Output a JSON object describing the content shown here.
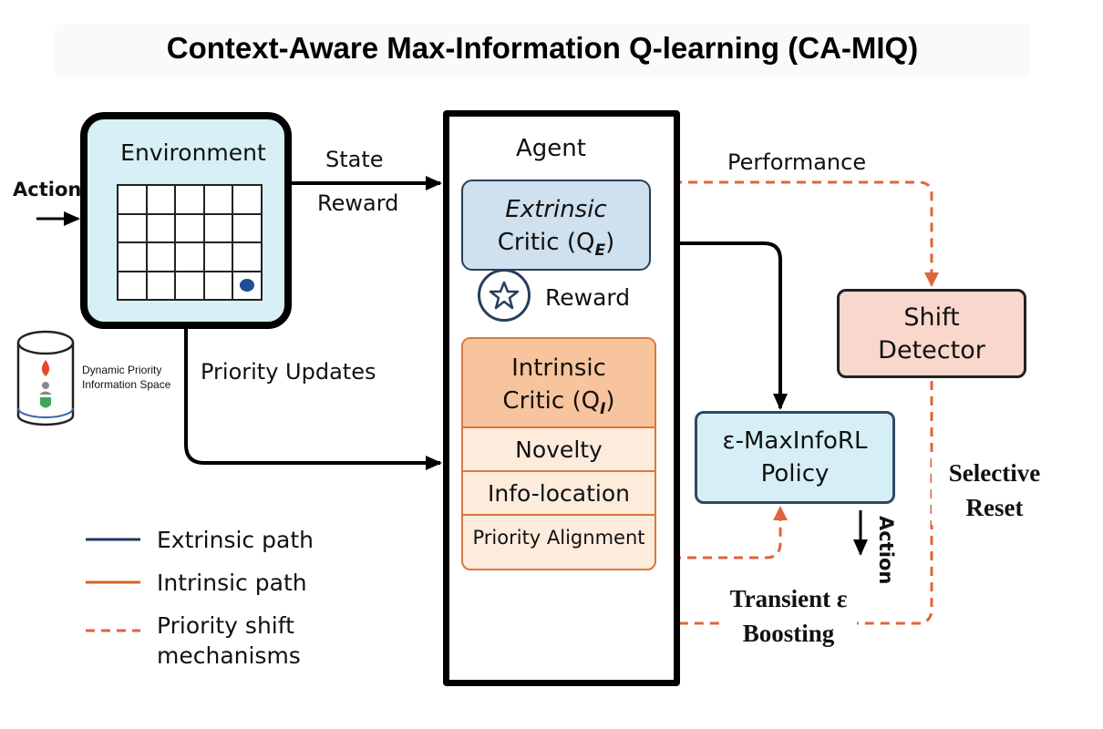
{
  "title": "Context-Aware Max-Information Q-learning (CA-MIQ)",
  "environment": {
    "label": "Environment"
  },
  "labels": {
    "action_in": "Action",
    "state": "State",
    "reward_env": "Reward",
    "performance": "Performance",
    "priority_updates": "Priority Updates",
    "reward_agent": "Reward",
    "action_out": "Action",
    "selective_reset": "Selective Reset",
    "transient_boosting": "Transient ε Boosting"
  },
  "priority_space": {
    "label": "Dynamic Priority Information Space"
  },
  "agent": {
    "label": "Agent",
    "extrinsic_critic": {
      "line1": "Extrinsic",
      "line2": "Critic (Q",
      "sub": "E",
      "close": ")"
    },
    "intrinsic_critic": {
      "line1": "Intrinsic",
      "line2": "Critic (Q",
      "sub": "I",
      "close": ")",
      "rows": [
        "Novelty",
        "Info-location",
        "Priority Alignment"
      ]
    }
  },
  "policy": {
    "line1": "ε-MaxInfoRL",
    "line2": "Policy"
  },
  "shift_detector": {
    "line1": "Shift",
    "line2": "Detector"
  },
  "legend": [
    {
      "label": "Extrinsic path",
      "color": "#1f3a5f",
      "style": "solid"
    },
    {
      "label": "Intrinsic path",
      "color": "#d9622b",
      "style": "solid"
    },
    {
      "label": "Priority shift mechanisms",
      "color": "#e0643c",
      "style": "dashed"
    }
  ],
  "colors": {
    "dashed": "#e0643c",
    "extrinsic": "#1f3a5f",
    "intrinsic": "#d9622b"
  }
}
